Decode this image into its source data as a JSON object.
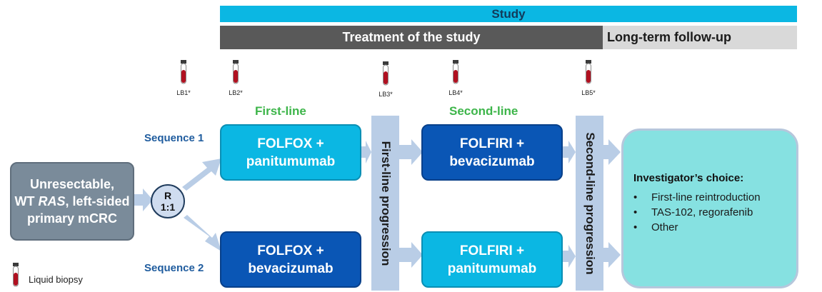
{
  "header": {
    "study": "Study",
    "treatment": "Treatment of the study",
    "followup": "Long-term follow-up"
  },
  "biopsies": [
    {
      "label": "LB1*"
    },
    {
      "label": "LB2*"
    },
    {
      "label": "LB3*"
    },
    {
      "label": "LB4*"
    },
    {
      "label": "LB5*"
    }
  ],
  "line_titles": {
    "first": "First-line",
    "second": "Second-line"
  },
  "sequences": {
    "seq1": "Sequence 1",
    "seq2": "Sequence 2"
  },
  "patients": {
    "line1": "Unresectable,",
    "line2_a": "WT ",
    "line2_b": "RAS",
    "line2_c": ", left-sided",
    "line3": "primary mCRC"
  },
  "randomization": {
    "r": "R",
    "ratio": "1:1"
  },
  "boxes": {
    "b1": {
      "line1": "FOLFOX +",
      "line2": "panitumumab"
    },
    "b2": {
      "line1": "FOLFIRI +",
      "line2": "bevacizumab"
    },
    "b3": {
      "line1": "FOLFOX +",
      "line2": "bevacizumab"
    },
    "b4": {
      "line1": "FOLFIRI +",
      "line2": "panitumumab"
    }
  },
  "progression": {
    "first": "First-line progression",
    "second": "Second-line progression"
  },
  "choice": {
    "title": "Investigator’s choice:",
    "items": [
      "First-line reintroduction",
      "TAS-102, regorafenib",
      "Other"
    ]
  },
  "legend": {
    "label": "Liquid biopsy"
  },
  "colors": {
    "study_bar": "#0bb7e3",
    "treatment_bar": "#595959",
    "followup_bar": "#d9d9d9",
    "light_box": "#0bb7e3",
    "dark_box": "#0a56b5",
    "patient_box": "#7a8b9a",
    "progression_bar": "#b9cde6",
    "choice_box": "#86e1e1",
    "accent_green": "#3db54a",
    "sequence_blue": "#1f5c9e"
  }
}
